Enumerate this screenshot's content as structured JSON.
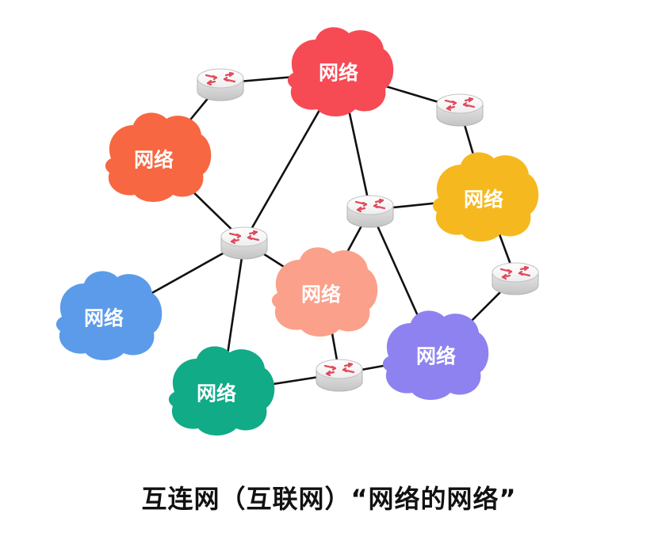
{
  "clouds": [
    {
      "id": "top",
      "label": "网络",
      "color": "#F64A55"
    },
    {
      "id": "orange",
      "label": "网络",
      "color": "#F76741"
    },
    {
      "id": "yellow",
      "label": "网络",
      "color": "#F5B91F"
    },
    {
      "id": "salmon",
      "label": "网络",
      "color": "#FBA08A"
    },
    {
      "id": "blue",
      "label": "网络",
      "color": "#5B9BEA"
    },
    {
      "id": "green",
      "label": "网络",
      "color": "#11AB88"
    },
    {
      "id": "purple",
      "label": "网络",
      "color": "#8E82F0"
    }
  ],
  "router_color": "#E04C5C",
  "caption": "互连网（互联网）“网络的网络”"
}
